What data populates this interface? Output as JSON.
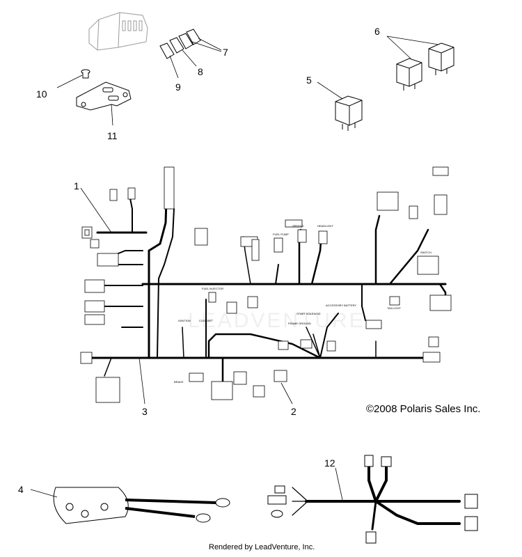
{
  "callouts": {
    "c1": "1",
    "c2": "2",
    "c3": "3",
    "c4": "4",
    "c5": "5",
    "c6": "6",
    "c7": "7",
    "c8": "8",
    "c9": "9",
    "c10": "10",
    "c11": "11",
    "c12": "12"
  },
  "copyright": "©2008 Polaris Sales Inc.",
  "footer": "Rendered by LeadVenture, Inc.",
  "watermark": "LEADVENTURE",
  "harness_labels": {
    "fuel_injector": "FUEL INJECTOR",
    "ignition": "IGNITION",
    "coolant": "COOLANT",
    "brake": "BRAKE",
    "start_solenoid": "START SOLENOID",
    "frame_ground": "FRAME GROUND",
    "accessory_battery": "ACCESSORY BATTERY",
    "taillight": "TAILLIGHT",
    "speedo": "SPEEDO",
    "headlight": "HEADLIGHT",
    "fuel_pump": "FUEL PUMP",
    "switch": "SWITCH"
  }
}
